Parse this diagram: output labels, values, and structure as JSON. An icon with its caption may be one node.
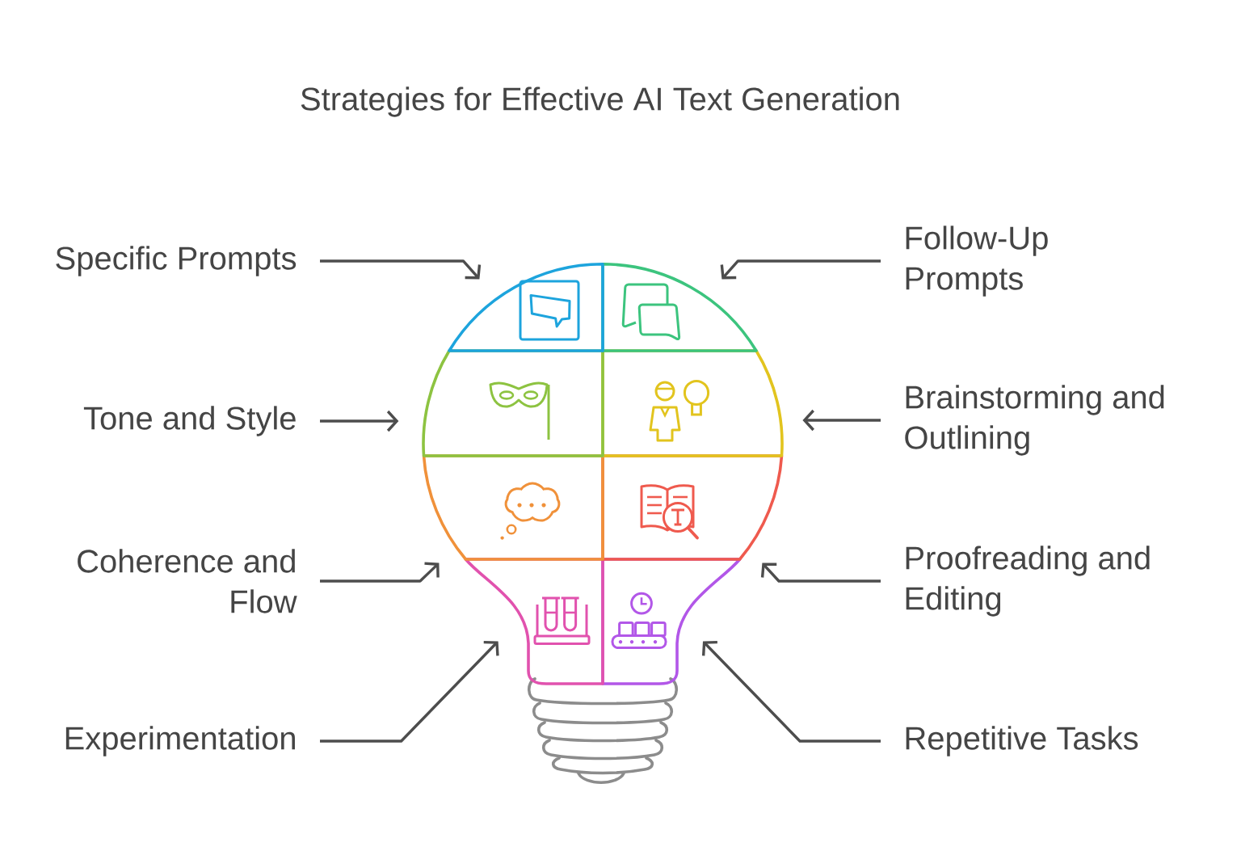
{
  "diagram": {
    "title": "Strategies for Effective AI Text Generation",
    "nodes": [
      {
        "text": [
          "Specific Prompts"
        ]
      },
      {
        "text": [],
        "shape": "picture"
      },
      {
        "text": [],
        "shape": "picture"
      },
      {
        "text": [
          "Follow-Up Prompts"
        ]
      },
      {
        "text": [
          "Tone and Style"
        ]
      },
      {
        "text": [],
        "shape": "picture"
      },
      {
        "text": [],
        "shape": "picture"
      },
      {
        "text": [
          "Brainstorming and Outlining"
        ]
      },
      {
        "text": [
          "Coherence and Flow"
        ]
      },
      {
        "text": [],
        "shape": "picture"
      },
      {
        "text": [],
        "shape": "picture"
      },
      {
        "text": [
          "Proofreading and Editing"
        ]
      },
      {
        "text": [
          "Experimentation"
        ]
      },
      {
        "text": [],
        "shape": "picture"
      },
      {
        "text": [],
        "shape": "picture"
      },
      {
        "text": [
          "Repetitive Tasks"
        ]
      }
    ],
    "edges": [
      {
        "from": 0,
        "to": 1,
        "arrow": "to"
      },
      {
        "from": 3,
        "to": 2,
        "arrow": "to"
      },
      {
        "from": 4,
        "to": 5,
        "arrow": "to"
      },
      {
        "from": 7,
        "to": 6,
        "arrow": "to"
      },
      {
        "from": 8,
        "to": 9,
        "arrow": "to"
      },
      {
        "from": 11,
        "to": 10,
        "arrow": "to"
      },
      {
        "from": 12,
        "to": 13,
        "arrow": "to"
      },
      {
        "from": 15,
        "to": 14,
        "arrow": "to"
      }
    ]
  }
}
